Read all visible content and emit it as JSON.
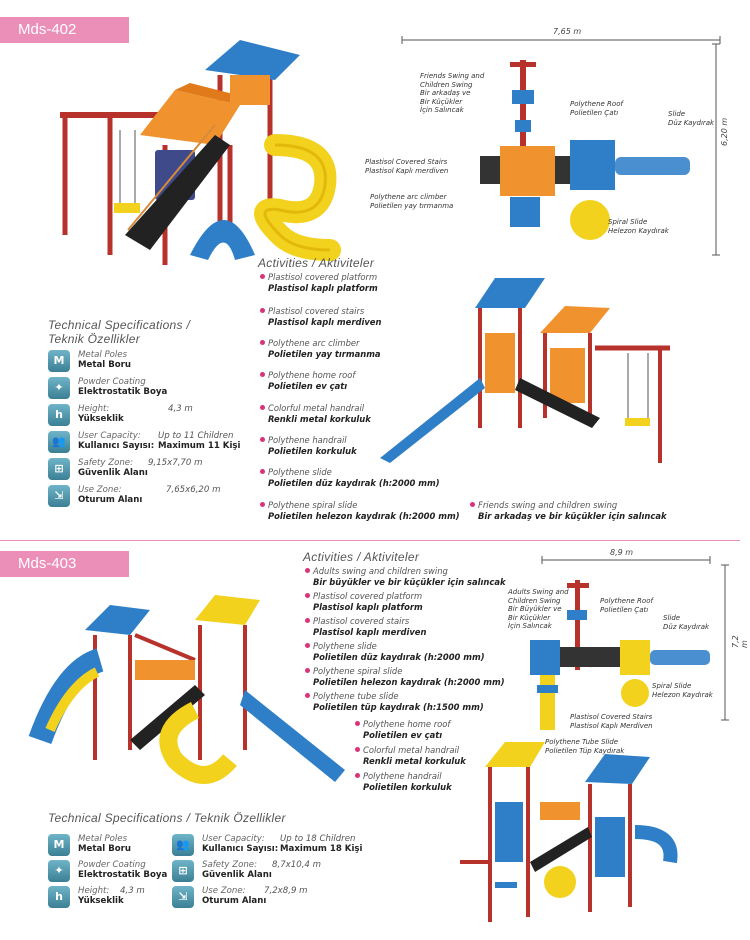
{
  "sections": [
    {
      "model": "Mds-402",
      "activities_title": "Activities / Aktiviteler",
      "activities": [
        {
          "en": "Plastisol covered platform",
          "tr": "Plastisol kaplı platform"
        },
        {
          "en": "Plastisol covered stairs",
          "tr": "Plastisol kaplı merdiven"
        },
        {
          "en": "Polythene arc climber",
          "tr": "Polietilen yay tırmanma"
        },
        {
          "en": "Polythene home roof",
          "tr": "Polietilen ev çatı"
        },
        {
          "en": "Colorful metal handrail",
          "tr": "Renkli metal korkuluk"
        },
        {
          "en": "Polythene handrail",
          "tr": "Polietilen korkuluk"
        },
        {
          "en": "Polythene slide",
          "tr": "Polietilen düz kaydırak (h:2000 mm)"
        },
        {
          "en": "Polythene spiral slide",
          "tr": "Polietilen helezon kaydırak (h:2000    mm)"
        },
        {
          "en": "Friends swing and children swing",
          "tr": "Bir arkadaş ve bir küçükler için salıncak"
        }
      ],
      "specs_title": "Technical Specifications / Teknik Özellikler",
      "specs": [
        {
          "icon": "metal-poles-icon",
          "en": "Metal Poles",
          "tr": "Metal Boru",
          "value_en": "",
          "value_tr": ""
        },
        {
          "icon": "powder-coating-icon",
          "en": "Powder Coating",
          "tr": "Elektrostatik Boya",
          "value_en": "",
          "value_tr": ""
        },
        {
          "icon": "height-icon",
          "en": "Height:",
          "tr": "Yükseklik",
          "value_en": "4,3 m",
          "value_tr": ""
        },
        {
          "icon": "user-capacity-icon",
          "en": "User Capacity:",
          "tr": "Kullanıcı Sayısı:",
          "value_en": "Up to 11 Children",
          "value_tr": "Maximum 11 Kişi"
        },
        {
          "icon": "safety-zone-icon",
          "en": "Safety Zone:",
          "tr": "Güvenlik Alanı",
          "value_en": "9,15x7,70 m",
          "value_tr": ""
        },
        {
          "icon": "use-zone-icon",
          "en": "Use Zone:",
          "tr": "Oturum Alanı",
          "value_en": "7,65x6,20 m",
          "value_tr": ""
        }
      ],
      "plan": {
        "width": "7,65 m",
        "height": "6,20 m",
        "labels": [
          "Friends Swing and",
          "Children Swing",
          "Bir arkadaş ve",
          "Bir Küçükler",
          "İçin Salıncak",
          "Polythene Roof",
          "Polietilen Çatı",
          "Slide",
          "Düz Kaydırak",
          "Plastisol Covered Stairs",
          "Plastisol Kaplı merdiven",
          "Polythene arc climber",
          "Polietilen yay tırmanma",
          "Spiral Slide",
          "Helezon Kaydırak"
        ]
      }
    },
    {
      "model": "Mds-403",
      "activities_title": "Activities / Aktiviteler",
      "activities": [
        {
          "en": "Adults swing and children swing",
          "tr": "Bir büyükler ve bir küçükler için salıncak"
        },
        {
          "en": "Plastisol covered platform",
          "tr": "Plastisol kaplı platform"
        },
        {
          "en": "Plastisol covered stairs",
          "tr": "Plastisol kaplı merdiven"
        },
        {
          "en": "Polythene slide",
          "tr": "Polietilen düz kaydırak (h:2000 mm)"
        },
        {
          "en": "Polythene spiral slide",
          "tr": "Polietilen helezon kaydırak (h:2000 mm)"
        },
        {
          "en": "Polythene tube slide",
          "tr": "Polietilen tüp kaydırak (h:1500 mm)"
        },
        {
          "en": "Polythene home roof",
          "tr": "Polietilen ev çatı"
        },
        {
          "en": "Colorful metal handrail",
          "tr": "Renkli metal korkuluk"
        },
        {
          "en": "Polythene handrail",
          "tr": "Polietilen korkuluk"
        }
      ],
      "specs_title": "Technical Specifications / Teknik Özellikler",
      "specs": [
        {
          "icon": "metal-poles-icon",
          "en": "Metal Poles",
          "tr": "Metal Boru",
          "value_en": "",
          "value_tr": ""
        },
        {
          "icon": "powder-coating-icon",
          "en": "Powder Coating",
          "tr": "Elektrostatik Boya",
          "value_en": "",
          "value_tr": ""
        },
        {
          "icon": "height-icon",
          "en": "Height:",
          "tr": "Yükseklik",
          "value_en": "4,3 m",
          "value_tr": ""
        },
        {
          "icon": "user-capacity-icon",
          "en": "User Capacity:",
          "tr": "Kullanıcı Sayısı:",
          "value_en": "Up to 18 Children",
          "value_tr": "Maximum 18 Kişi"
        },
        {
          "icon": "safety-zone-icon",
          "en": "Safety Zone:",
          "tr": "Güvenlik Alanı",
          "value_en": "8,7x10,4 m",
          "value_tr": ""
        },
        {
          "icon": "use-zone-icon",
          "en": "Use Zone:",
          "tr": "Oturum Alanı",
          "value_en": "7,2x8,9 m",
          "value_tr": ""
        }
      ],
      "plan": {
        "width": "8,9 m",
        "height": "7,2 m",
        "labels": [
          "Adults Swing and",
          "Children Swing",
          "Bir Büyükler ve",
          "Bir Küçükler",
          "İçin Salıncak",
          "Polythene Roof",
          "Polietilen Çatı",
          "Slide",
          "Düz Kaydırak",
          "Spiral Slide",
          "Helezon Kaydırak",
          "Plastisol Covered Stairs",
          "Plastisol Kaplı Merdiven",
          "Polythene Tube Slide",
          "Polietilen Tüp Kaydırak"
        ]
      }
    }
  ],
  "colors": {
    "accent": "#ec8fb8",
    "bullet": "#d9337a",
    "pole": "#b8322c",
    "blue": "#2f7fc8",
    "orange": "#f0922e",
    "yellow": "#f2d21c"
  }
}
